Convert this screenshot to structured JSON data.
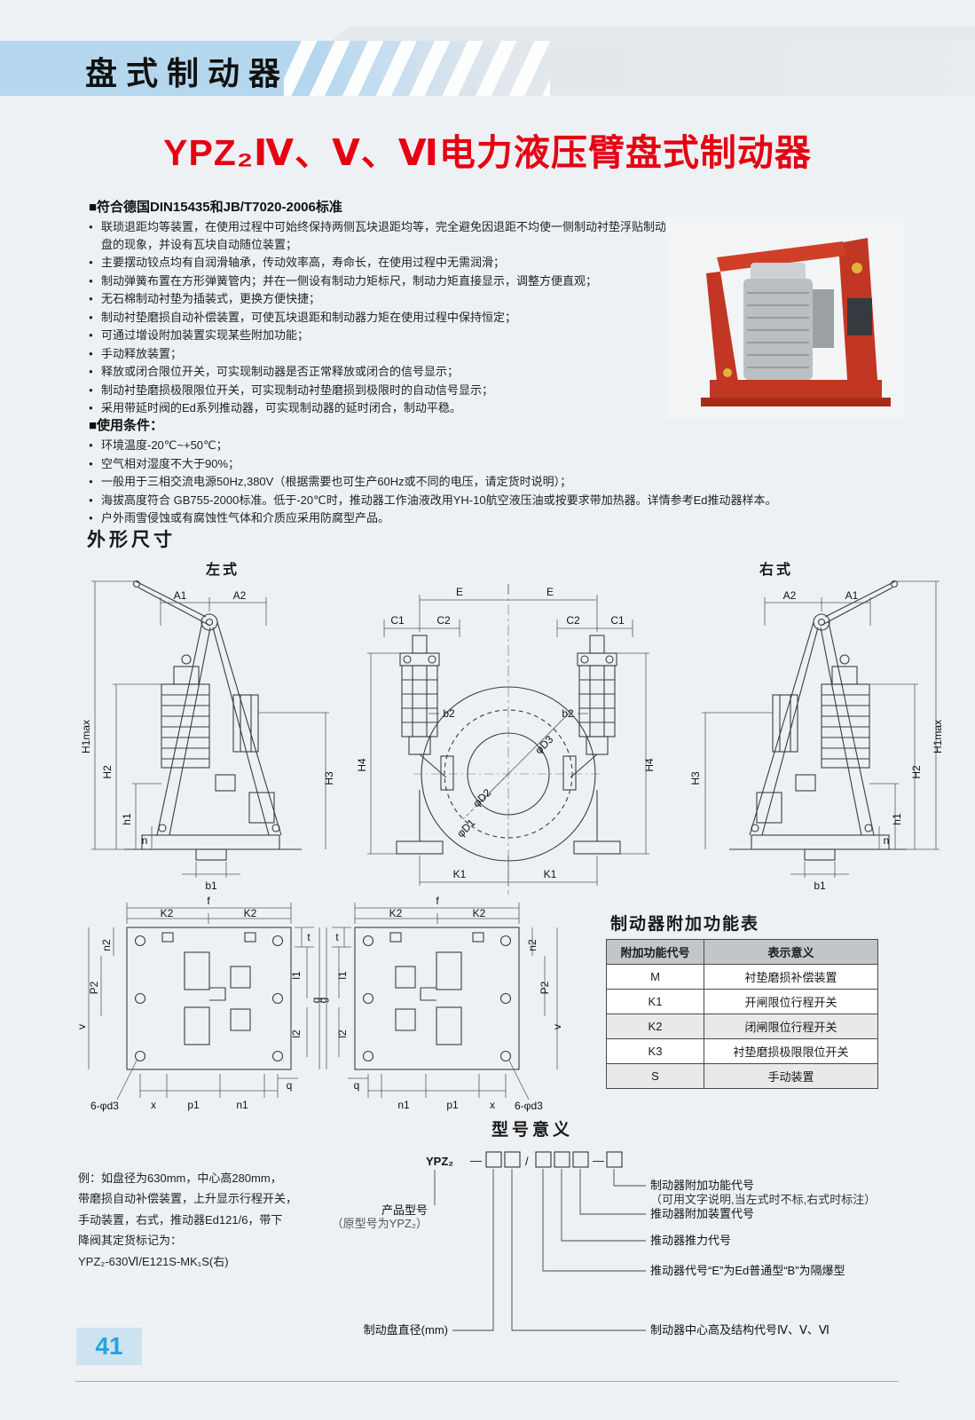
{
  "header": {
    "band_title": "盘式制动器",
    "main_title": "YPZ₂Ⅳ、Ⅴ、Ⅵ电力液压臂盘式制动器"
  },
  "standards": {
    "heading": "■符合德国DIN15435和JB/T7020-2006标准",
    "features": [
      "联琐退距均等装置，在使用过程中可始终保持两侧瓦块退距均等，完全避免因退距不均使一侧制动衬垫浮贴制动盘的现象，并设有瓦块自动随位装置；",
      "主要摆动铰点均有自润滑轴承，传动效率高，寿命长，在使用过程中无需润滑；",
      "制动弹簧布置在方形弹簧管内；并在一侧设有制动力矩标尺，制动力矩直接显示，调整方便直观；",
      "无石棉制动衬垫为插装式，更换方便快捷；",
      "制动衬垫磨损自动补偿装置，可使瓦块退距和制动器力矩在使用过程中保持恒定；",
      "可通过增设附加装置实现某些附加功能；",
      "手动释放装置；",
      "释放或闭合限位开关，可实现制动器是否正常释放或闭合的信号显示；",
      "制动衬垫磨损极限限位开关，可实现制动衬垫磨损到极限时的自动信号显示；",
      "采用带延时阀的Ed系列推动器，可实现制动器的延时闭合，制动平稳。"
    ]
  },
  "conditions": {
    "heading": "■使用条件：",
    "items": [
      "环境温度-20℃~+50℃；",
      "空气相对湿度不大于90%；",
      "一般用于三相交流电源50Hz,380V（根据需要也可生产60Hz或不同的电压，请定货时说明）；",
      "海拔高度符合 GB755-2000标准。低于-20℃时，推动器工作油液改用YH-10航空液压油或按要求带加热器。详情参考Ed推动器样本。",
      "户外雨雪侵蚀或有腐蚀性气体和介质应采用防腐型产品。"
    ]
  },
  "dimensions_section": {
    "heading": "外形尺寸",
    "left_label": "左式",
    "right_label": "右式"
  },
  "dims": {
    "A1": "A1",
    "A2": "A2",
    "E": "E",
    "C1": "C1",
    "C2": "C2",
    "b1": "b1",
    "b2": "b2",
    "H1max": "H1max",
    "H2": "H2",
    "H3": "H3",
    "H4": "H4",
    "h1": "h1",
    "n": "n",
    "K1": "K1",
    "K2": "K2",
    "D1": "φD1",
    "D2": "φD2",
    "D3": "φD3",
    "f": "f",
    "t": "t",
    "n1": "n1",
    "n2": "n2",
    "P2": "P2",
    "v": "v",
    "g": "g",
    "l1": "l1",
    "l2": "l2",
    "q": "q",
    "x": "x",
    "p1": "p1",
    "d3": "6-φd3"
  },
  "func_table": {
    "title": "制动器附加功能表",
    "headers": [
      "附加功能代号",
      "表示意义"
    ],
    "rows": [
      [
        "M",
        "衬垫磨损补偿装置"
      ],
      [
        "K1",
        "开闸限位行程开关"
      ],
      [
        "K2",
        "闭闸限位行程开关"
      ],
      [
        "K3",
        "衬垫磨损极限限位开关"
      ],
      [
        "S",
        "手动装置"
      ]
    ]
  },
  "model": {
    "title": "型号意义",
    "prefix": "YPZ₂",
    "dash": "—",
    "slash": "/",
    "labels": {
      "func_code": "制动器附加功能代号",
      "func_note": "（可用文字说明,当左式时不标,右式时标注）",
      "attach_code": "推动器附加装置代号",
      "thrust_code": "推动器推力代号",
      "thruster_code": "推动器代号“E”为Ed普通型“B”为隔爆型",
      "center_code": "制动器中心高及结构代号Ⅳ、Ⅴ、Ⅵ",
      "disc_dia": "制动盘直径(mm)",
      "product_model": "产品型号",
      "product_note": "（原型号为YPZ₂）"
    }
  },
  "example": {
    "lines": [
      "例：如盘径为630mm，中心高280mm，",
      "带磨损自动补偿装置，上升显示行程开关，",
      "手动装置，右式，推动器Ed121/6，带下",
      "降阀其定货标记为：",
      "YPZ₂-630Ⅵ/E121S-MK₁S(右)"
    ]
  },
  "page_number": "41"
}
